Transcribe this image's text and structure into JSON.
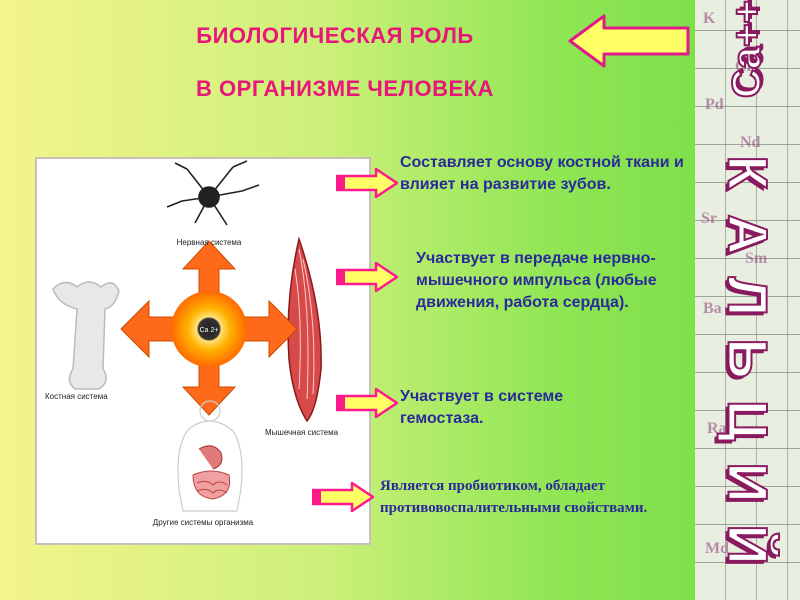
{
  "slide": {
    "title_line1": "БИОЛОГИЧЕСКАЯ РОЛЬ",
    "title_line2": "В ОРГАНИЗМЕ ЧЕЛОВЕКА",
    "ion_label": "Ca++",
    "element_name": [
      "К",
      "А",
      "Л",
      "Ь",
      "Ц",
      "И",
      "Й"
    ],
    "figure": {
      "center_label": "Ca 2+",
      "label_nervous": "Нервная система",
      "label_bone": "Костная система",
      "label_muscle": "Мышечная система",
      "label_other": "Другие системы организма"
    },
    "points": [
      "Составляет основу костной ткани и влияет на развитие зубов.",
      "Участвует в передаче нервно-мышечного импульса (любые движения, работа сердца).",
      "Участвует в системе гемостаза.",
      "Является пробиотиком, обладает противовоспалительными свойствами."
    ],
    "colors": {
      "title": "#e8157a",
      "text": "#2a2a9a",
      "arrow_yellow": "#ffff66",
      "arrow_pink": "#ff1a8c"
    }
  }
}
